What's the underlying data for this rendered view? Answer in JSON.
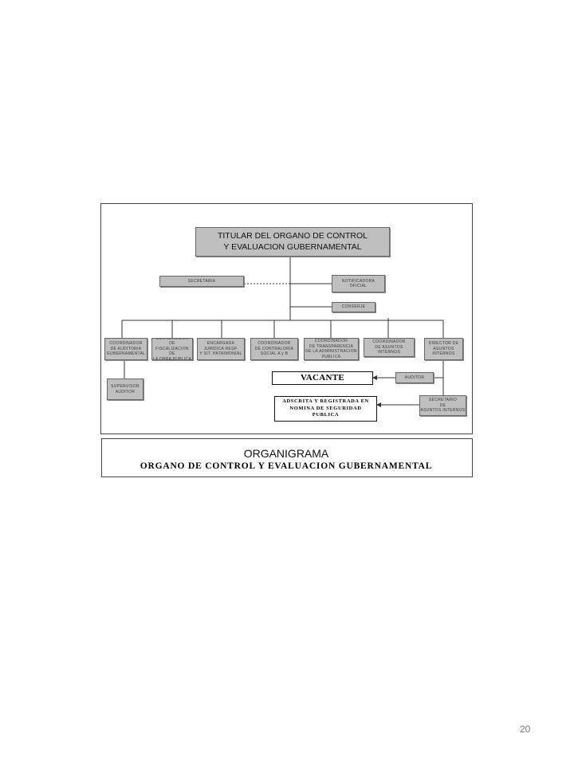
{
  "org_chart": {
    "head": "TITULAR DEL ORGANO DE CONTROL\nY EVALUACION GUBERNAMENTAL",
    "secretaria": "SECRETARIA",
    "notificadora": "NOTIFICADORA\nOFICIAL",
    "conserje": "CONSERJE",
    "coordinators": [
      "COORDINADOR\nDE AUDITORIA\nGUBERNAMENTAL",
      "COORDINADOR DE\nFISCALIZACION DE\nLA OBRA PUBLICA",
      "ENCARGADA\nJURIDICA  RESP.\nY SIT. PATRIMONIAL",
      "COORDINADOR\nDE CONTRALORIA\nSOCIAL  A y B",
      "COORDINADOR\nDE TRANSPARENCIA\nDE LA ADMINISTRACION\nPUBLICA",
      "COORDINADOR\nDE ASUNTOS\nINTERNOS",
      "DIRECTOR DE\nASUNTOS\nINTERNOS"
    ],
    "supervisor": "SUPERVISOR\nAUDITOR",
    "vacante": "VACANTE",
    "auditor": "AUDITOR",
    "adscrita": "ADSCRITA Y REGISTRADA EN\nNOMINA DE SEGURIDAD\nPUBLICA",
    "secretario": "SECRETARIO\nDE\nASUNTOS INTERNOS"
  },
  "caption": {
    "title": "ORGANIGRAMA",
    "subtitle": "ORGANO DE CONTROL Y  EVALUACION GUBERNAMENTAL"
  },
  "page_number": "20"
}
